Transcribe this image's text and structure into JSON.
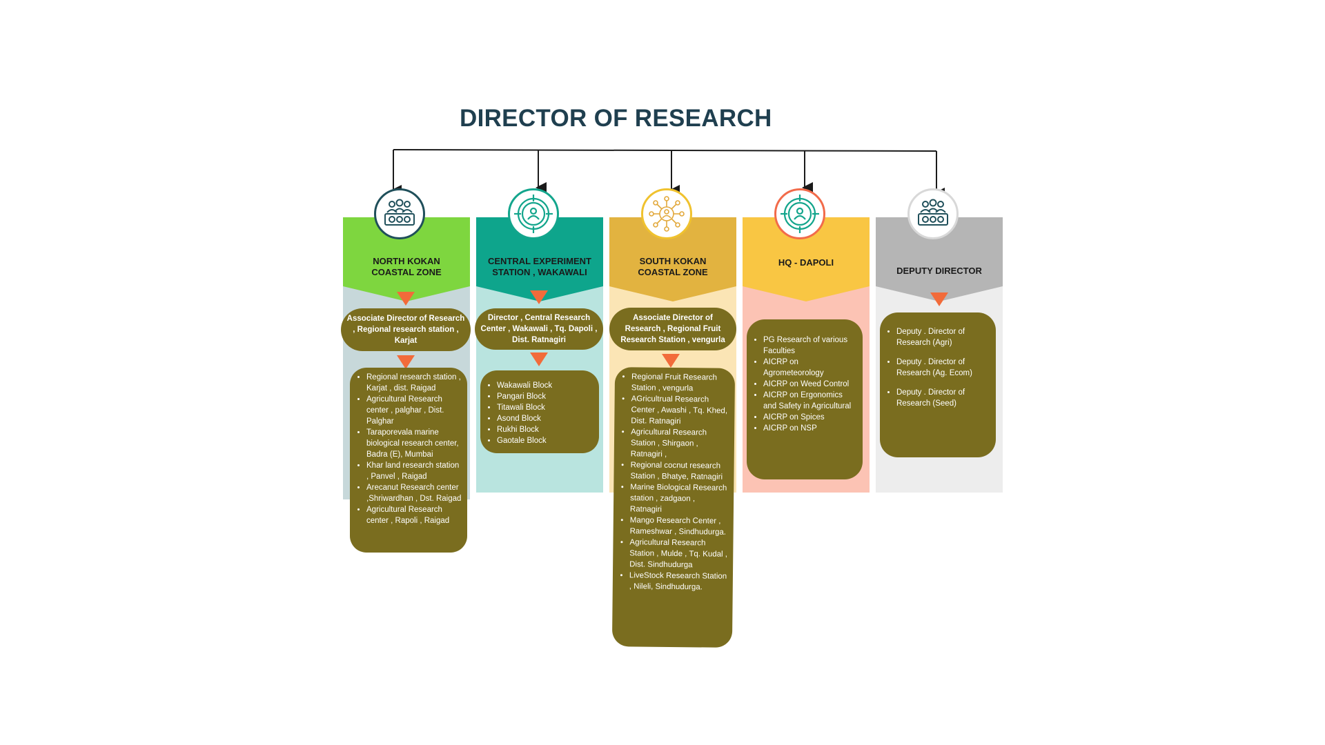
{
  "title": "DIRECTOR OF RESEARCH",
  "colors": {
    "pill": "#7a6d1f",
    "arrow": "#f26b3a",
    "line": "#1a1a1a"
  },
  "columns": [
    {
      "label": "NORTH KOKAN\nCOASTAL ZONE",
      "icon": "team-icon",
      "head_color": "#7ed63f",
      "body_color": "#c7d8da",
      "ring_color": "#1f4f5a",
      "pill": "Associate Director of Research , Regional research station , Karjat",
      "items": [
        "Regional research station , Karjat , dist. Raigad",
        "Agricultural Research center , palghar , Dist. Palghar",
        "Taraporevala  marine biological research center, Badra (E), Mumbai",
        "Khar land research station , Panvel , Raigad",
        "Arecanut Research center ,Shriwardhan , Dst. Raigad",
        "Agricultural Research center , Rapoli , Raigad"
      ]
    },
    {
      "label": "CENTRAL EXPERIMENT\nSTATION , WAKAWALI",
      "icon": "target-user-icon",
      "head_color": "#0ea58c",
      "body_color": "#b9e4df",
      "ring_color": "#13a58c",
      "pill": "Director , Central Research Center , Wakawali , Tq. Dapoli , Dist. Ratnagiri",
      "items": [
        "Wakawali Block",
        "Pangari Block",
        "Titawali Block",
        "Asond Block",
        "Rukhi Block",
        "Gaotale Block"
      ]
    },
    {
      "label": "SOUTH KOKAN\nCOASTAL ZONE",
      "icon": "network-user-icon",
      "head_color": "#e2b340",
      "body_color": "#fbe5b5",
      "ring_color": "#f0c22e",
      "pill": "Associate Director of Research , Regional Fruit Research Station , vengurla",
      "items": [
        "Regional Fruit Research Station , vengurla",
        "AGricultrual Research Center , Awashi , Tq. Khed, Dist. Ratnagiri",
        "Agricultural Research Station , Shirgaon , Ratnagiri ,",
        "Regional cocnut research Station , Bhatye, Ratnagiri",
        "Marine Biological Research station , zadgaon , Ratnagiri",
        "Mango Research Center , Rameshwar , Sindhudurga.",
        "Agricultural Research Station , Mulde , Tq. Kudal , Dist. Sindhudurga",
        "LiveStock Research Station , Nileli, Sindhudurga."
      ]
    },
    {
      "label": "HQ - DAPOLI",
      "icon": "target-user-icon",
      "head_color": "#f9c643",
      "body_color": "#fcc3b4",
      "ring_color": "#f26b4a",
      "pill": "",
      "items": [
        "PG Research of various Faculties",
        "AICRP on Agrometeorology",
        "AICRP on Weed Control",
        "AICRP on Ergonomics and Safety in Agricultural",
        "AICRP on Spices",
        "AICRP on NSP"
      ]
    },
    {
      "label": "DEPUTY DIRECTOR",
      "icon": "team-icon",
      "head_color": "#b5b5b5",
      "body_color": "#ededed",
      "ring_color": "#d8d8d8",
      "pill": "",
      "items": [
        "Deputy . Director of Research (Agri)",
        "Deputy . Director of Research (Ag. Ecom)",
        "Deputy . Director of Research (Seed)"
      ]
    }
  ]
}
